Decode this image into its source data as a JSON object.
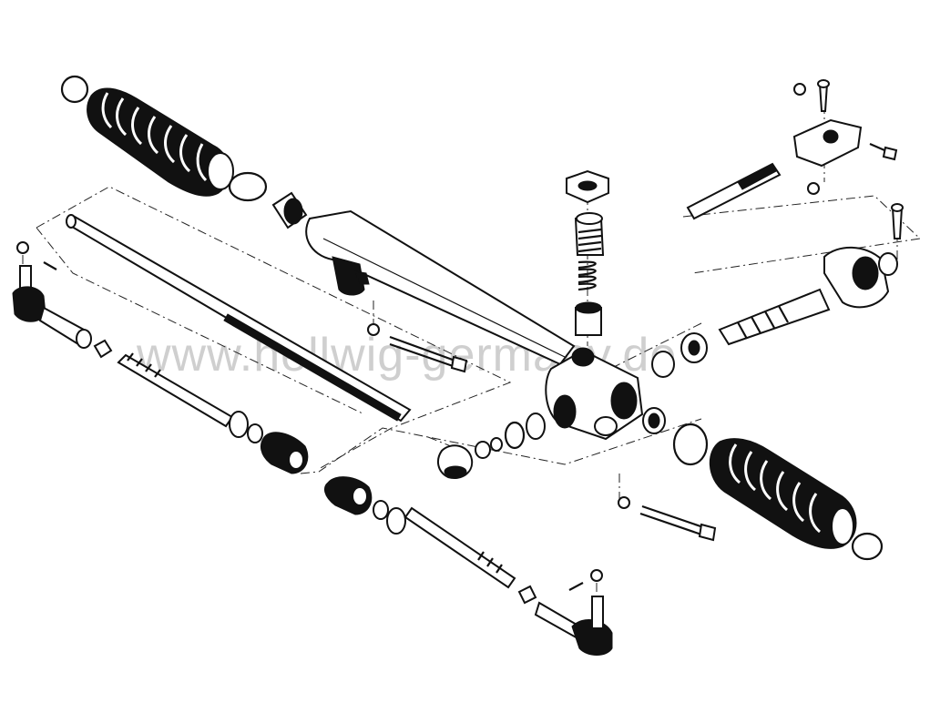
{
  "watermark": {
    "text": "www.hellwig-germany.de"
  },
  "colors": {
    "ink": "#111111",
    "paper": "#ffffff",
    "watermark": "#cfcfcf"
  },
  "parts": [
    "boot-left",
    "boot-right",
    "clamp-ring",
    "rack-bar",
    "rack-housing",
    "adjuster-nut",
    "adjuster-plug",
    "spring",
    "thrust-piece",
    "pinion-shaft",
    "universal-joint",
    "tie-rod-inner",
    "tie-rod-outer",
    "tie-rod-end-left",
    "tie-rod-end-right",
    "mounting-bolt",
    "bearing",
    "cap"
  ]
}
